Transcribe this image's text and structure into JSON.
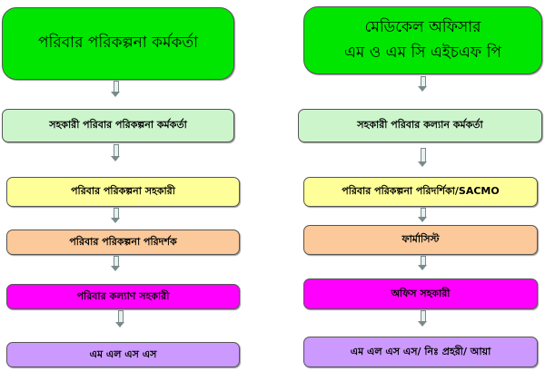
{
  "colors": {
    "green": "#00e600",
    "light_green": "#ccf5cc",
    "yellow": "#ffff99",
    "peach": "#fbc99a",
    "magenta": "#ff00ff",
    "lavender": "#cc99ff"
  },
  "left": [
    "পরিবার পরিকল্পনা কর্মকর্তা",
    "সহকারী পরিবার পরিকল্পনা কর্মকর্তা",
    "পরিবার পরিকল্পনা সহকারী",
    "পরিবার পরিকল্পনা পরিদর্শক",
    "পরিবার কল্যাণ সহকারী",
    "এম এল এস এস"
  ],
  "right": {
    "top_line1": "মেডিকেল অফিসার",
    "top_line2": "এম ও এম সি এইচএফ পি",
    "items": [
      "সহকারী পরিবার কল্যান কর্মকর্তা",
      "পরিবার পরিকল্পনা পরিদর্শিকা/SACMO",
      "ফার্মাসিস্ট",
      "অফিস সহকারী",
      "এম এল এস এস/ নিঃ প্রহরী/ আয়া"
    ]
  }
}
